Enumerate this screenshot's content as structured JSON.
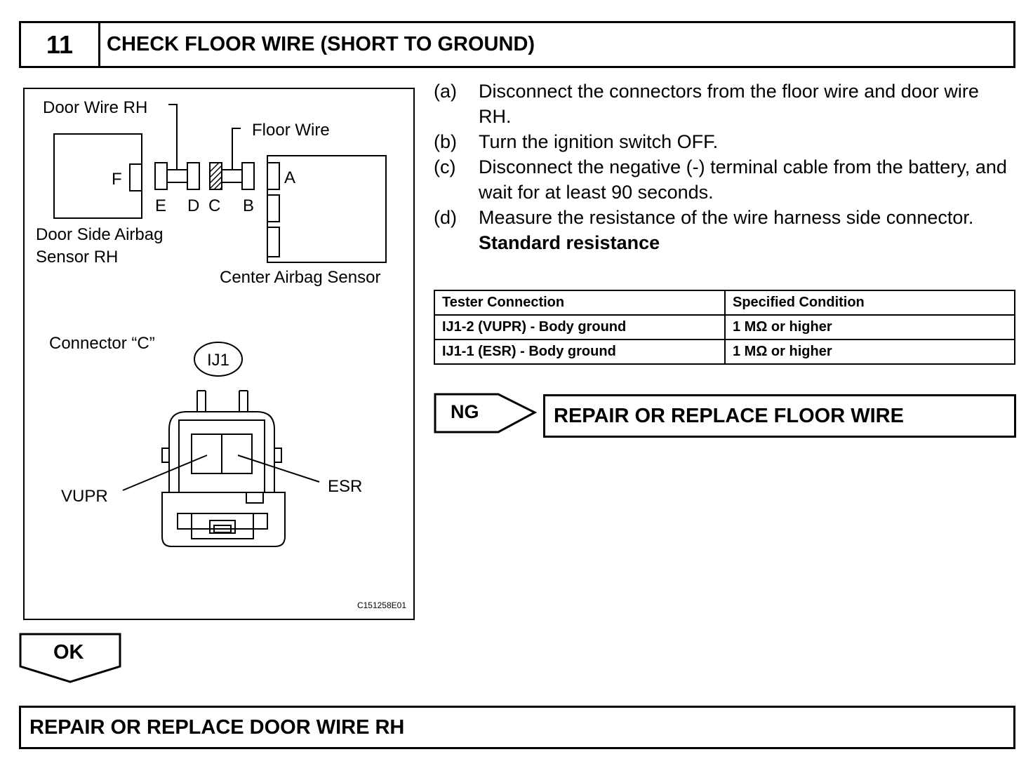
{
  "header": {
    "step_number": "11",
    "title": "CHECK FLOOR WIRE (SHORT TO GROUND)"
  },
  "diagram": {
    "labels": {
      "door_wire_rh": "Door Wire RH",
      "floor_wire": "Floor Wire",
      "door_side_airbag_sensor_line1": "Door Side Airbag",
      "door_side_airbag_sensor_line2": "Sensor RH",
      "center_airbag_sensor": "Center Airbag Sensor",
      "connector_c": "Connector “C”",
      "ij1": "IJ1",
      "vupr": "VUPR",
      "esr": "ESR",
      "figure_code": "C151258E01"
    },
    "connector_letters": {
      "a": "A",
      "b": "B",
      "c": "C",
      "d": "D",
      "e": "E",
      "f": "F"
    }
  },
  "steps": [
    {
      "letter": "(a)",
      "text": "Disconnect the connectors from the floor wire and door wire RH."
    },
    {
      "letter": "(b)",
      "text": "Turn the ignition switch OFF."
    },
    {
      "letter": "(c)",
      "text": "Disconnect the negative (-) terminal cable from the battery, and wait for at least 90 seconds."
    },
    {
      "letter": "(d)",
      "text": "Measure the resistance of the wire harness side connector."
    }
  ],
  "standard_label": "Standard resistance",
  "table": {
    "headers": [
      "Tester Connection",
      "Specified Condition"
    ],
    "rows": [
      [
        "IJ1-2 (VUPR) - Body ground",
        "1 MΩ or higher"
      ],
      [
        "IJ1-1 (ESR) - Body ground",
        "1 MΩ or higher"
      ]
    ]
  },
  "ng": {
    "label": "NG",
    "action": "REPAIR OR REPLACE FLOOR WIRE"
  },
  "ok": {
    "label": "OK",
    "action": "REPAIR OR REPLACE DOOR WIRE RH"
  }
}
